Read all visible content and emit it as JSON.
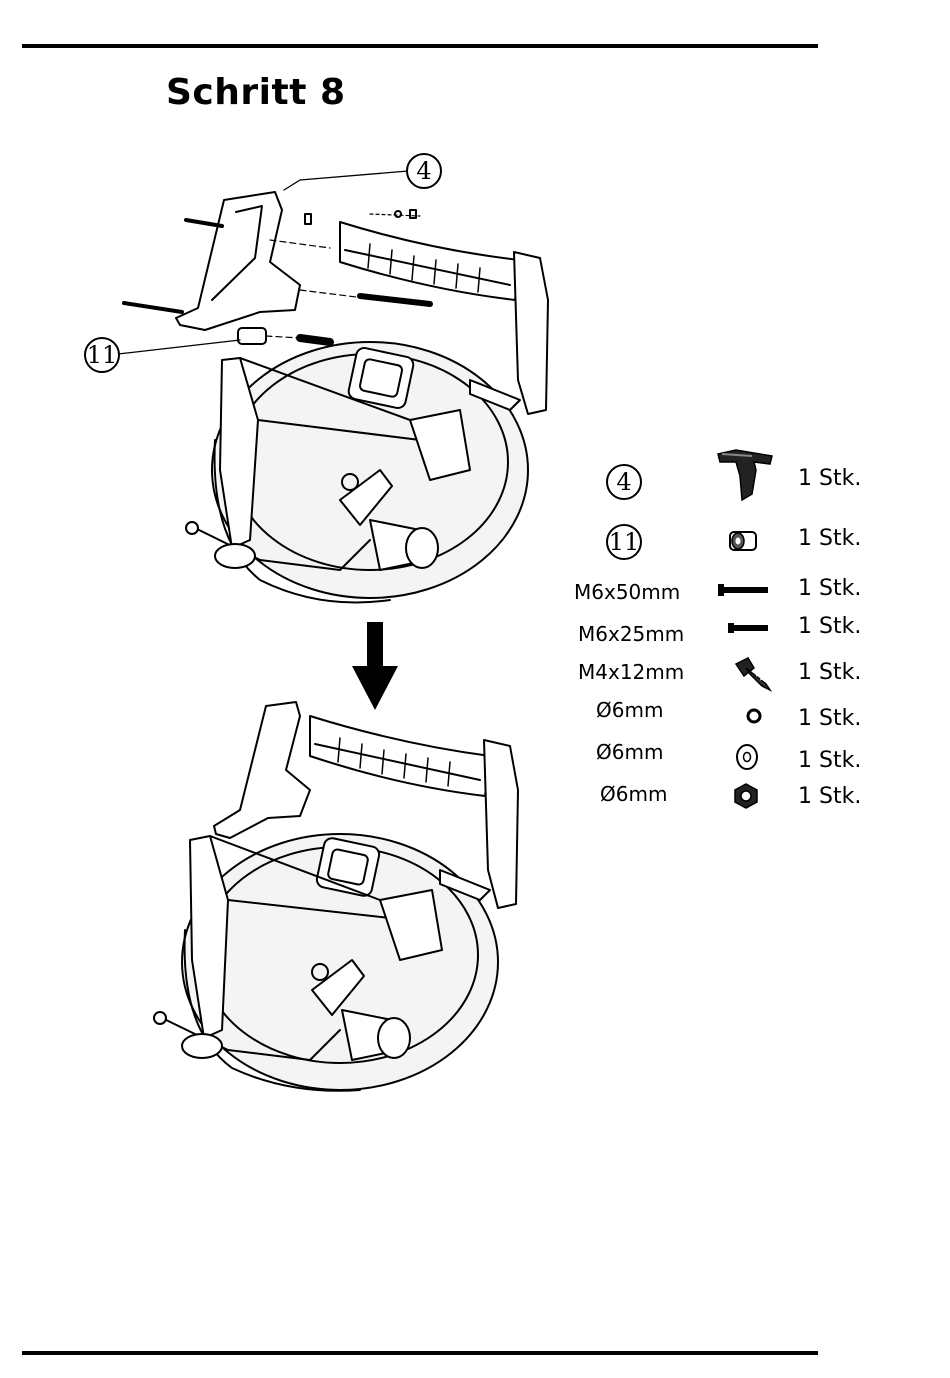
{
  "page": {
    "title": "Schritt 8"
  },
  "callouts": {
    "upper_part": "4",
    "spacer": "11"
  },
  "parts_list": [
    {
      "label": "4",
      "label_style": "circle",
      "icon": "armrest-bracket-icon",
      "qty": "1 Stk."
    },
    {
      "label": "11",
      "label_style": "circle",
      "icon": "spacer-sleeve-icon",
      "qty": "1 Stk."
    },
    {
      "label": "M6x50mm",
      "label_style": "text",
      "icon": "long-bolt-icon",
      "qty": "1 Stk."
    },
    {
      "label": "M6x25mm",
      "label_style": "text",
      "icon": "short-bolt-icon",
      "qty": "1 Stk."
    },
    {
      "label": "M4x12mm",
      "label_style": "text",
      "icon": "countersunk-screw-icon",
      "qty": "1 Stk."
    },
    {
      "label": "Ø6mm",
      "label_style": "text",
      "icon": "lock-washer-icon",
      "qty": "1 Stk."
    },
    {
      "label": "Ø6mm",
      "label_style": "text",
      "icon": "flat-washer-icon",
      "qty": "1 Stk."
    },
    {
      "label": "Ø6mm",
      "label_style": "text",
      "icon": "hex-nut-icon",
      "qty": "1 Stk."
    }
  ]
}
